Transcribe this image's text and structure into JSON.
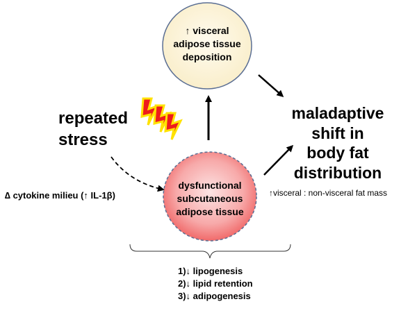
{
  "top_circle": {
    "line1": "↑ visceral",
    "line2": "adipose tissue",
    "line3": "deposition"
  },
  "bottom_circle": {
    "line1": "dysfunctional",
    "line2": "subcutaneous",
    "line3": "adipose tissue"
  },
  "stress": {
    "line1": "repeated",
    "line2": "stress"
  },
  "cytokine_label": "∆ cytokine milieu (↑ IL-1β)",
  "outcome": {
    "line1": "maladaptive",
    "line2": "shift in",
    "line3": "body fat",
    "line4": "distribution"
  },
  "ratio_label": "↑visceral : non-visceral fat mass",
  "effects": [
    "1)↓ lipogenesis",
    "2)↓ lipid retention",
    "3)↓ adipogenesis"
  ],
  "colors": {
    "top_circle_fill": "#fbf2d8",
    "bottom_circle_fill": "#f26a6a",
    "bolt_fill": "#ee1c1c",
    "bolt_outline": "#ffe200"
  }
}
